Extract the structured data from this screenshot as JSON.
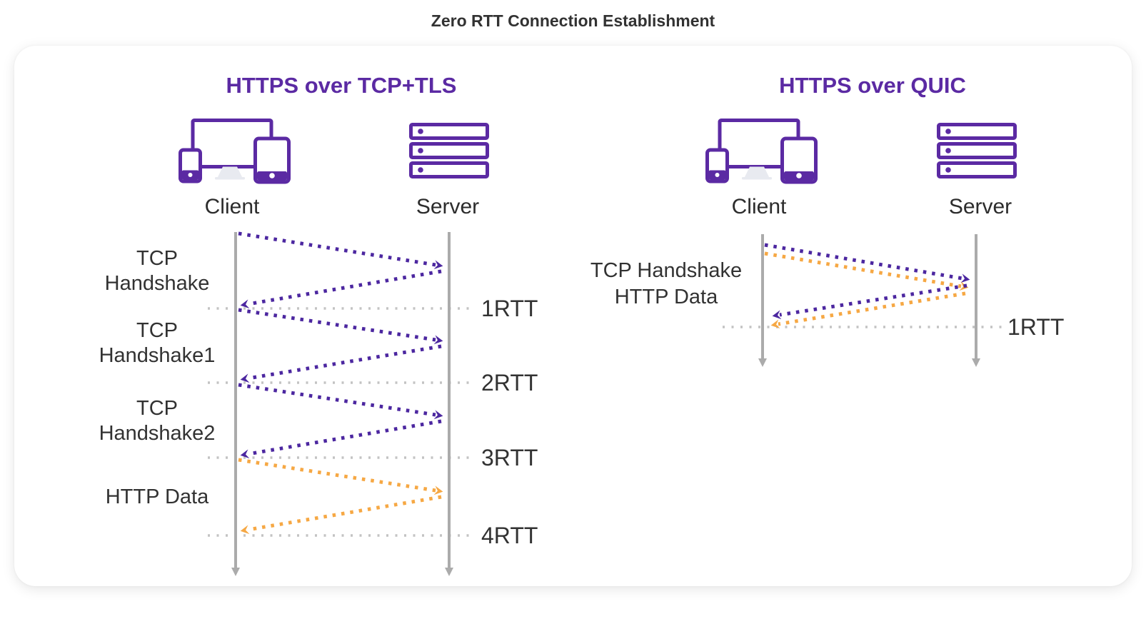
{
  "title": "Zero RTT Connection Establishment",
  "colors": {
    "purple_heading": "#5b2aa3",
    "purple_arrow": "#4c27a0",
    "orange": "#f6a844",
    "lifeline_gray": "#ababab",
    "dotted_gray": "#c3c3c3",
    "text_dark": "#323232",
    "stand_gray": "#e8eaf0",
    "card_bg": "#ffffff"
  },
  "icons": {
    "client": "client-devices-icon",
    "server": "server-rack-icon"
  },
  "panels": {
    "tcp_tls": {
      "heading": "HTTPS over TCP+TLS",
      "client_label": "Client",
      "server_label": "Server",
      "steps": [
        {
          "lines": [
            "TCP",
            "Handshake"
          ]
        },
        {
          "lines": [
            "TCP",
            "Handshake1"
          ]
        },
        {
          "lines": [
            "TCP",
            "Handshake2"
          ]
        },
        {
          "lines": [
            "HTTP Data"
          ]
        }
      ],
      "rtts": [
        "1RTT",
        "2RTT",
        "3RTT",
        "4RTT"
      ]
    },
    "quic": {
      "heading": "HTTPS over QUIC",
      "client_label": "Client",
      "server_label": "Server",
      "steps": [
        {
          "lines": [
            "TCP Handshake",
            "HTTP Data"
          ]
        }
      ],
      "rtts": [
        "1RTT"
      ]
    }
  }
}
